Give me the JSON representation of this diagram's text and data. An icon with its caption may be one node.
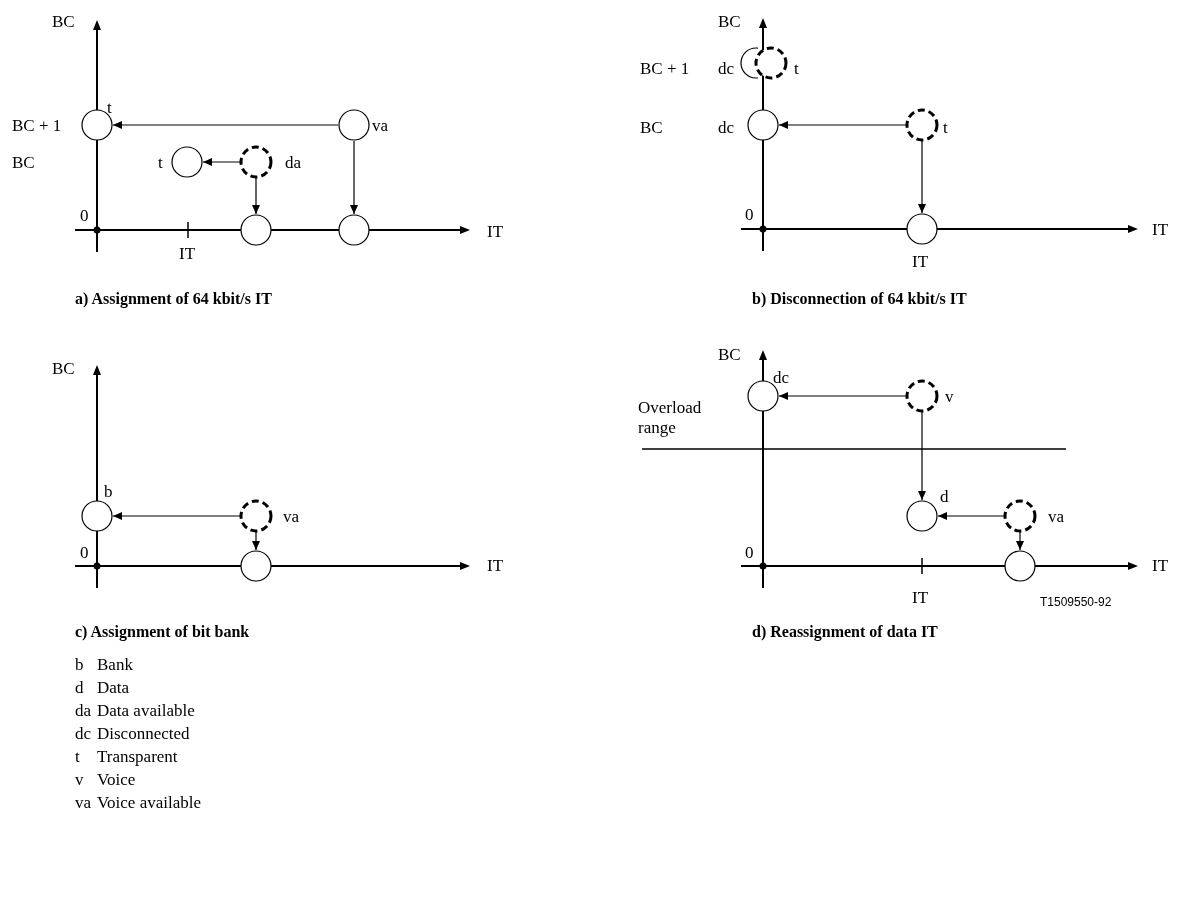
{
  "diagram": {
    "nodes": [
      {
        "text": [],
        "shape": "circle",
        "beside": [
          "t"
        ]
      },
      {
        "text": [],
        "shape": "circle",
        "beside": [
          "va"
        ]
      },
      {
        "text": [],
        "shape": "circle",
        "beside": [
          "t"
        ]
      },
      {
        "text": [],
        "shape": "circle",
        "beside": [
          "da"
        ]
      },
      {
        "text": [],
        "shape": "circle"
      },
      {
        "text": [],
        "shape": "circle"
      },
      {
        "text": [],
        "shape": "circle",
        "beside": [
          "dc"
        ]
      },
      {
        "text": [],
        "shape": "circle",
        "beside": [
          "t"
        ]
      },
      {
        "text": [],
        "shape": "circle",
        "beside": [
          "dc"
        ]
      },
      {
        "text": [],
        "shape": "circle",
        "beside": [
          "t"
        ]
      },
      {
        "text": [],
        "shape": "circle",
        "beside": [
          "IT"
        ]
      },
      {
        "text": [],
        "shape": "circle",
        "beside": [
          "b"
        ]
      },
      {
        "text": [],
        "shape": "circle",
        "beside": [
          "va"
        ]
      },
      {
        "text": [],
        "shape": "circle"
      },
      {
        "text": [],
        "shape": "circle",
        "beside": [
          "dc"
        ]
      },
      {
        "text": [],
        "shape": "circle",
        "beside": [
          "v"
        ]
      },
      {
        "text": [],
        "shape": "circle",
        "beside": [
          "d"
        ]
      },
      {
        "text": [],
        "shape": "circle",
        "beside": [
          "va"
        ]
      },
      {
        "text": [],
        "shape": "circle"
      }
    ],
    "edges": [
      {
        "from": 1,
        "to": 0,
        "arrow": "to"
      },
      {
        "from": 3,
        "to": 2,
        "arrow": "to"
      },
      {
        "from": 3,
        "to": 4,
        "arrow": "to"
      },
      {
        "from": 1,
        "to": 5,
        "arrow": "to"
      },
      {
        "from": 9,
        "to": 8,
        "arrow": "to"
      },
      {
        "from": 9,
        "to": 10,
        "arrow": "to"
      },
      {
        "from": 12,
        "to": 11,
        "arrow": "to"
      },
      {
        "from": 12,
        "to": 13,
        "arrow": "to"
      },
      {
        "from": 15,
        "to": 14,
        "arrow": "to"
      },
      {
        "from": 15,
        "to": 16,
        "arrow": "to"
      },
      {
        "from": 17,
        "to": 16,
        "arrow": "to"
      },
      {
        "from": 17,
        "to": 18,
        "arrow": "to"
      }
    ],
    "labels": [
      "BC",
      "BC + 1",
      "BC",
      "0",
      "IT",
      "IT",
      "a) Assignment of 64 kbit/s IT",
      "BC",
      "BC + 1",
      "BC",
      "0",
      "IT",
      "b) Disconnection of 64 kbit/s IT",
      "BC",
      "0",
      "IT",
      "c) Assignment of bit bank",
      "BC",
      "Overload range",
      "0",
      "IT",
      "IT",
      "T1509550-92",
      "d) Reassignment of data IT",
      "b",
      "Bank",
      "d",
      "Data",
      "da",
      "Data available",
      "dc",
      "Disconnected",
      "t",
      "Transparent",
      "v",
      "Voice",
      "va",
      "Voice available"
    ]
  }
}
